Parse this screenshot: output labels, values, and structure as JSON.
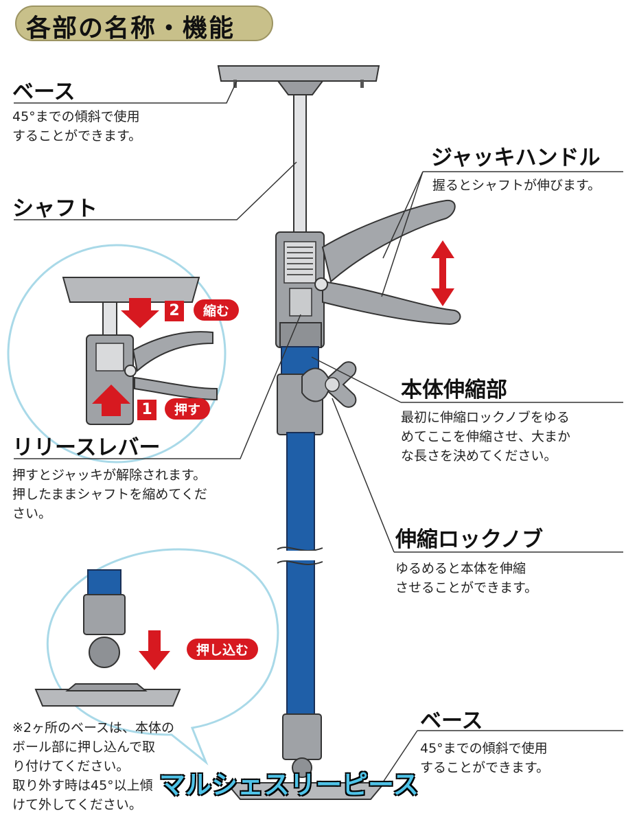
{
  "title": "各部の名称・機能",
  "parts": {
    "base_top": {
      "name": "ベース",
      "desc": [
        "45°までの傾斜で使用",
        "することができます。"
      ]
    },
    "shaft": {
      "name": "シャフト"
    },
    "jack_handle": {
      "name": "ジャッキハンドル",
      "desc": [
        "握るとシャフトが伸びます。"
      ]
    },
    "body_extension": {
      "name": "本体伸縮部",
      "desc": [
        "最初に伸縮ロックノブをゆる",
        "めてここを伸縮させ、大まか",
        "な長さを決めてください。"
      ]
    },
    "release_lever": {
      "name": "リリースレバー",
      "desc": [
        "押すとジャッキが解除されます。",
        "押したままシャフトを縮めてくだ",
        "さい。"
      ]
    },
    "lock_knob": {
      "name": "伸縮ロックノブ",
      "desc": [
        "ゆるめると本体を伸縮",
        "させることができます。"
      ]
    },
    "base_bottom": {
      "name": "ベース",
      "desc": [
        "45°までの傾斜で使用",
        "することができます。"
      ]
    }
  },
  "inset_release": {
    "step2_num": "2",
    "step2_label": "縮む",
    "step1_num": "1",
    "step1_label": "押す"
  },
  "inset_base": {
    "label": "押し込む"
  },
  "note": [
    "※2ヶ所のベースは、本体の",
    "ボール部に押し込んで取",
    "り付けてください。",
    "取り外す時は45°以上傾",
    "けて外してください。"
  ],
  "watermark": "マルシェスリーピース",
  "colors": {
    "blue": "#1f5fa8",
    "red": "#d71920",
    "gray": "#8a8d92",
    "title_bg": "#c8c08a",
    "circle": "#a9d9e8"
  }
}
